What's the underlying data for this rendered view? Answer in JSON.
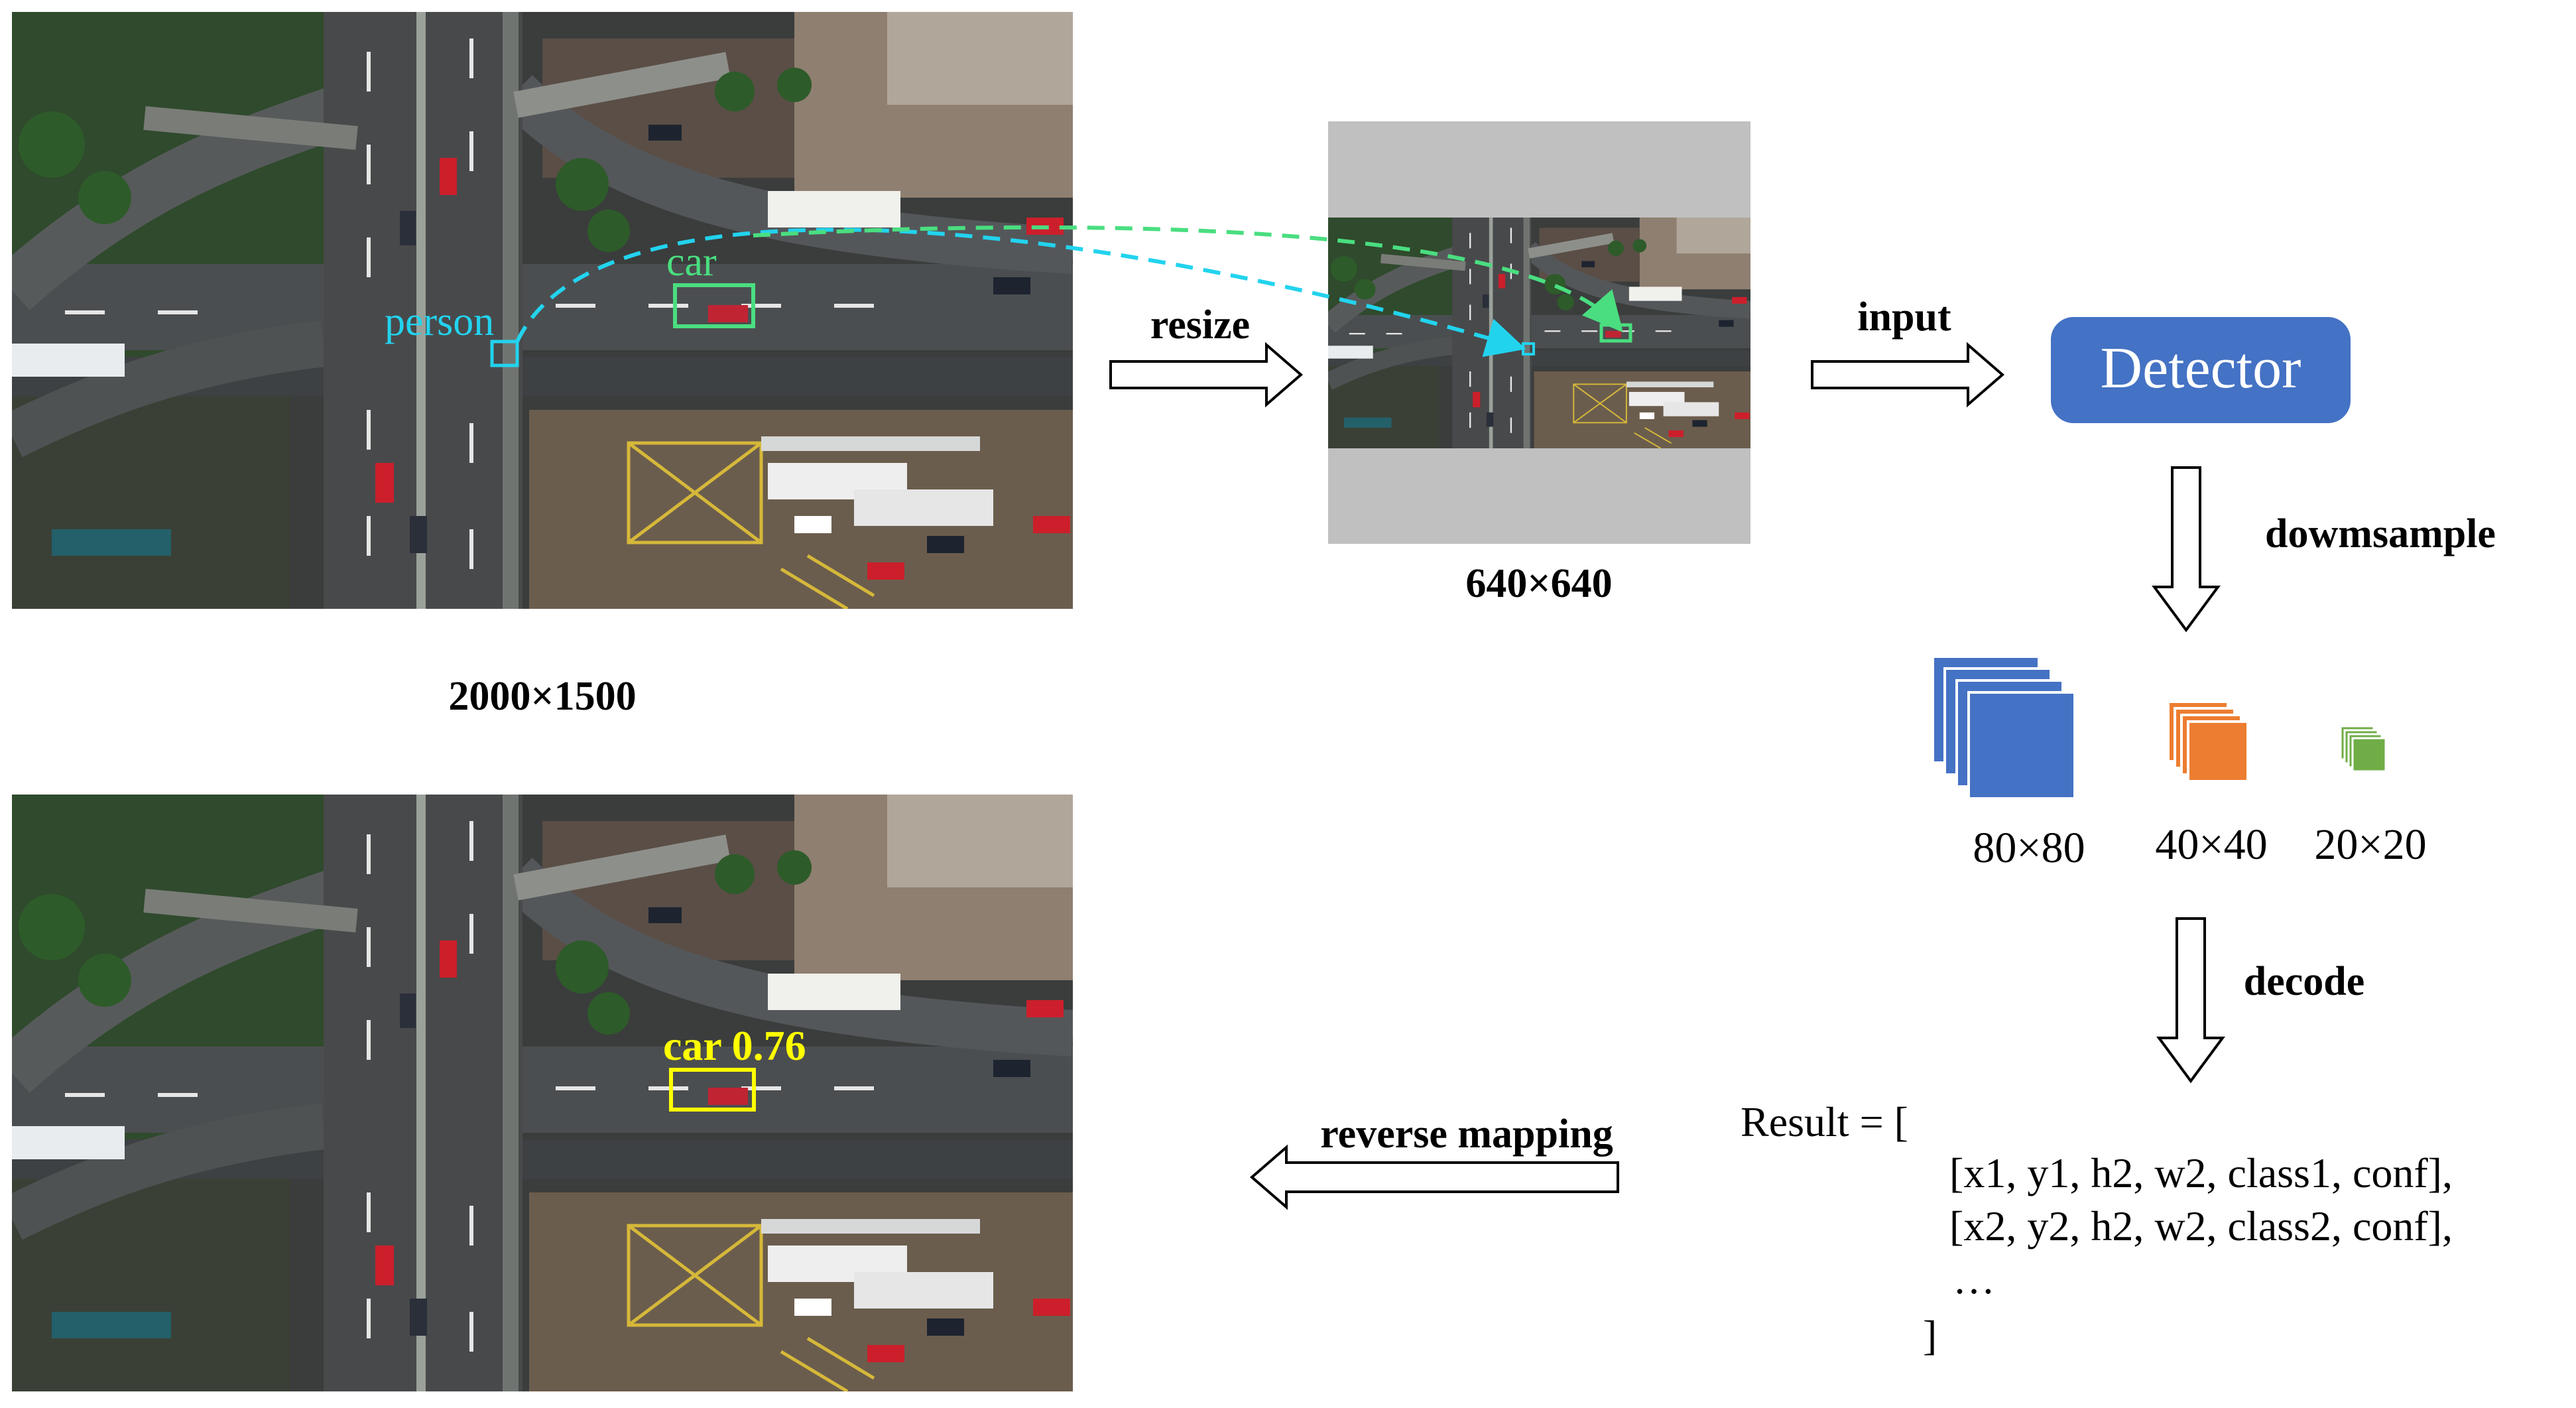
{
  "figure": {
    "original_size_label": "2000×1500",
    "resized_size_label": "640×640",
    "detector_label": "Detector",
    "colors": {
      "detector_fill": "#4472c4",
      "person_box": "#22d3ee",
      "car_box": "#4ade80",
      "result_box": "#ffff00",
      "pad_gray": "#c0c0c0",
      "feat_blue": "#4472c4",
      "feat_orange": "#ed7d31",
      "feat_green": "#70ad47"
    }
  },
  "arrows": {
    "resize": "resize",
    "input": "input",
    "downsample": "dowmsample",
    "decode": "decode",
    "reverse": "reverse mapping"
  },
  "top_image": {
    "person_label": "person",
    "car_label": "car"
  },
  "bottom_image": {
    "detection_label": "car 0.76"
  },
  "feature_maps": [
    {
      "label": "80×80"
    },
    {
      "label": "40×40"
    },
    {
      "label": "20×20"
    }
  ],
  "result": {
    "open": "Result = [",
    "rows": [
      "[x1,  y1,  h2,  w2,  class1, conf],",
      "[x2,  y2,  h2,  w2,  class2, conf],"
    ],
    "ellipsis": "…",
    "close": "]"
  }
}
